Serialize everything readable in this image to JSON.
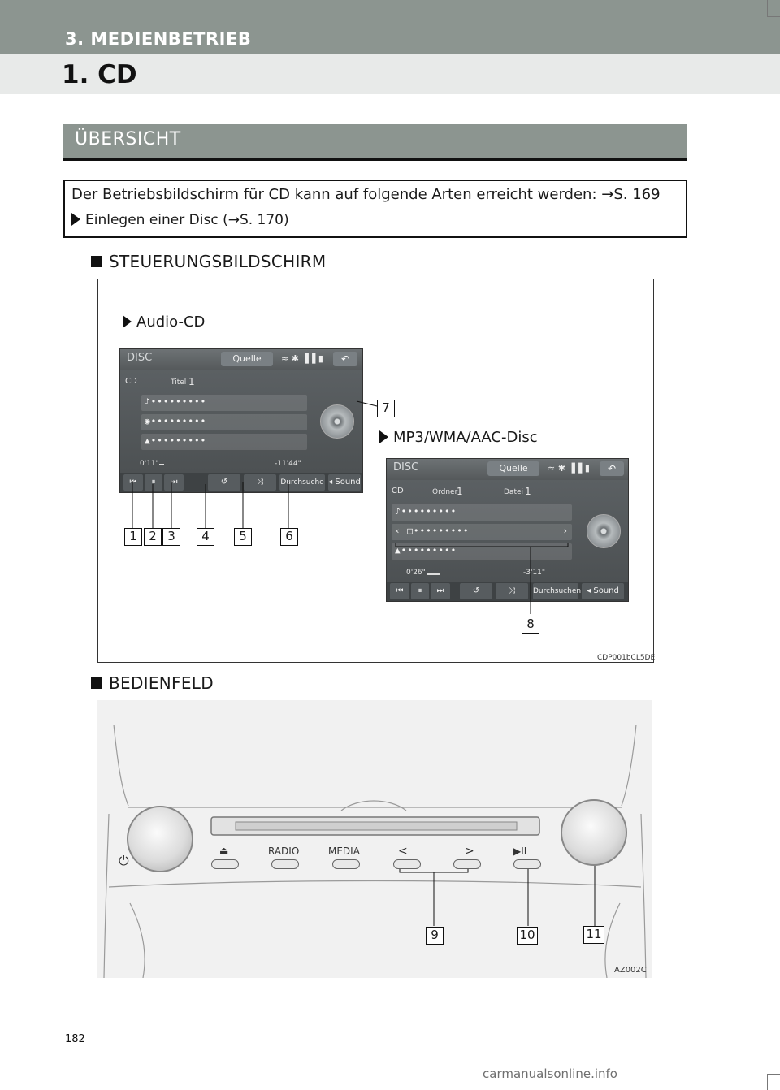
{
  "header": {
    "chapter": "3. MEDIENBETRIEB",
    "title": "1. CD"
  },
  "section": {
    "title": "ÜBERSICHT"
  },
  "info": {
    "line1": "Der Betriebsbildschirm für CD kann auf folgende Arten erreicht werden: →S. 169",
    "line2": "Einlegen einer Disc (→S. 170)"
  },
  "steuerung": {
    "heading": "STEUERUNGSBILDSCHIRM"
  },
  "figure1": {
    "audio_label": "Audio-CD",
    "mp3_label": "MP3/WMA/AAC-Disc",
    "code": "CDP001bCL5DE",
    "screen1": {
      "disc": "DISC",
      "source": "Quelle",
      "back": "↶",
      "status": "≈ ✱ ▐▐ ▮",
      "cd": "CD",
      "title_label": "Titel",
      "title_value": "1",
      "rows": [
        "♪•••••••••",
        "◉•••••••••",
        "▲•••••••••"
      ],
      "time_elapsed": "0'11\"",
      "time_remaining": "-11'44\"",
      "controls": [
        "⏮",
        "⏸",
        "⏭",
        "↺",
        "⤨",
        "Durchsuche",
        "◂ Sound"
      ]
    },
    "screen2": {
      "disc": "DISC",
      "source": "Quelle",
      "back": "↶",
      "status": "≈ ✱ ▐▐ ▮",
      "cd": "CD",
      "folder_label": "Ordner",
      "folder_value": "1",
      "file_label": "Datei",
      "file_value": "1",
      "rows": [
        "♪•••••••••",
        "‹ □•••••••••",
        "▲•••••••••"
      ],
      "row2_right": "›",
      "time_elapsed": "0'26\"",
      "time_remaining": "-3'11\"",
      "controls": [
        "⏮",
        "⏸",
        "⏭",
        "↺",
        "⤨",
        "Durchsuchen",
        "◂ Sound"
      ]
    },
    "callouts": [
      "1",
      "2",
      "3",
      "4",
      "5",
      "6",
      "7",
      "8"
    ]
  },
  "bedienfeld": {
    "heading": "BEDIENFELD",
    "code": "AZ002C",
    "buttons": {
      "power": "⏻",
      "eject": "⏏",
      "radio": "RADIO",
      "media": "MEDIA",
      "prev": "<",
      "next": ">",
      "playpause": "▶II"
    },
    "callouts": [
      "9",
      "10",
      "11"
    ]
  },
  "page_number": "182",
  "watermark": "carmanualsonline.info"
}
